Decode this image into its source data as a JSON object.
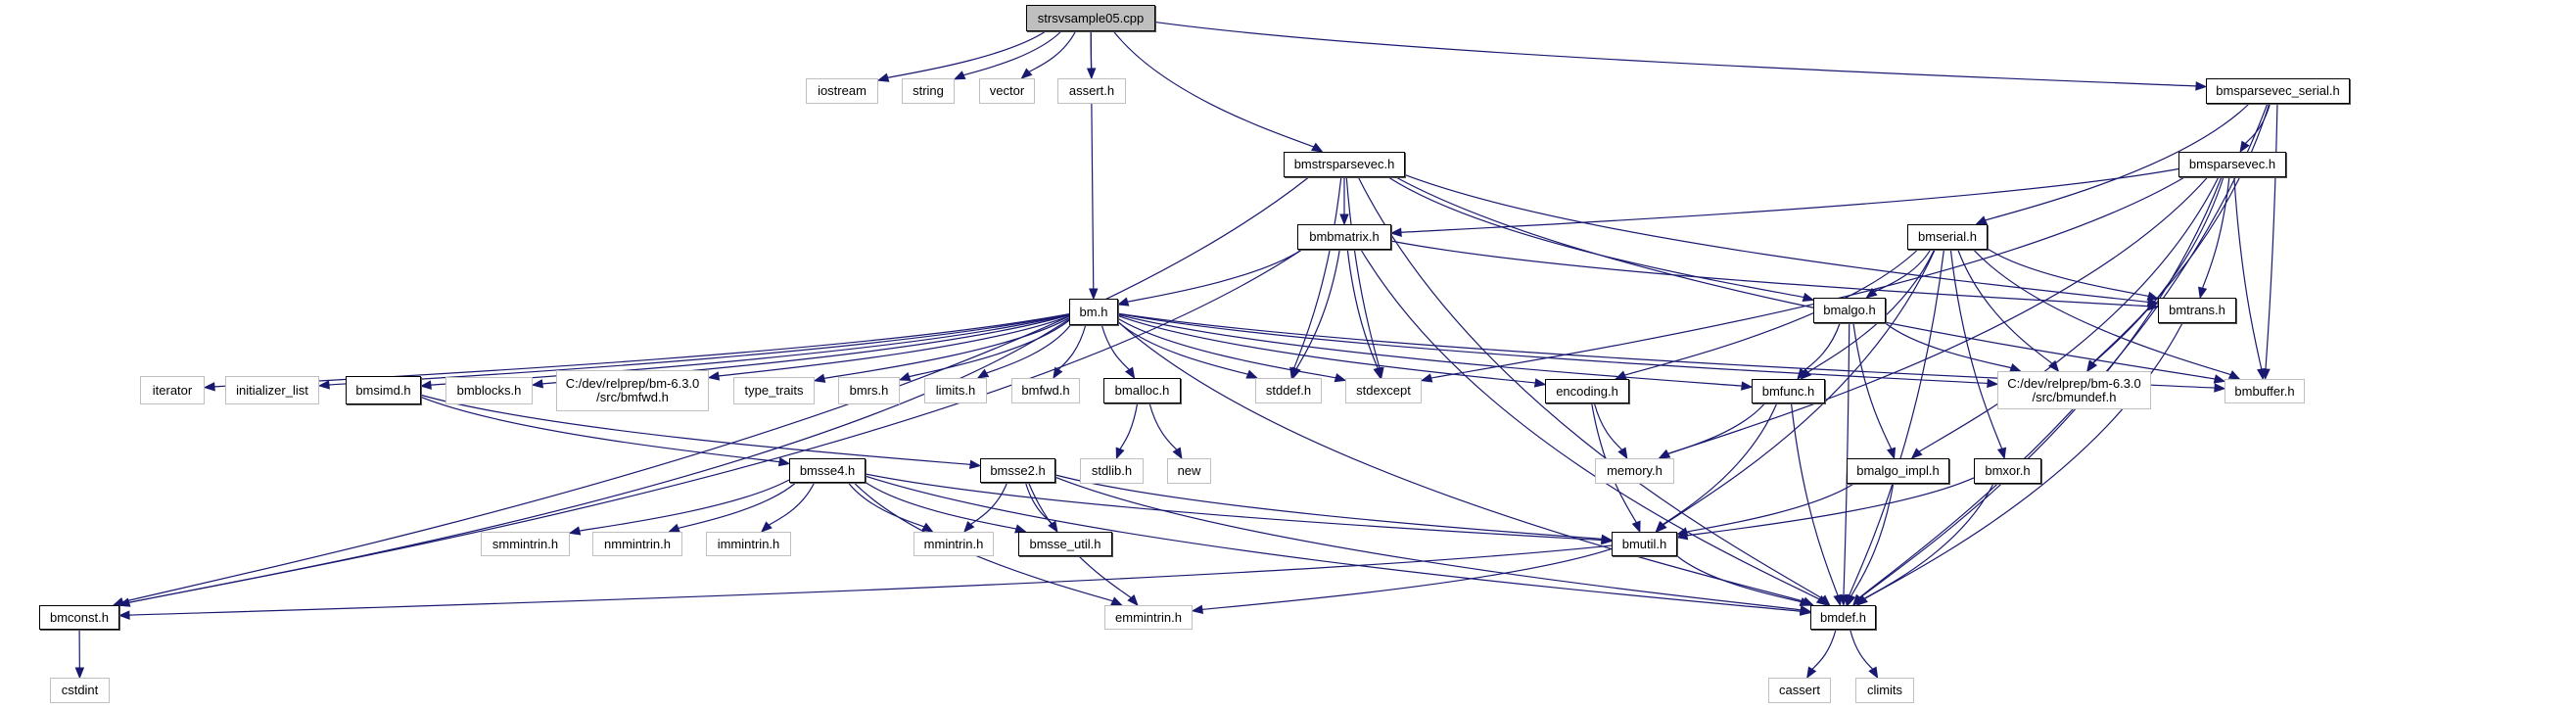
{
  "title": "strsvsample05.cpp include dependency graph",
  "colors": {
    "edge": "#191970",
    "root_fill": "#bfbfbf",
    "local_border": "#000000",
    "system_border": "#bfbfbf"
  },
  "nodes": [
    {
      "id": "root",
      "label": "strsvsample05.cpp",
      "kind": "root"
    },
    {
      "id": "iostream",
      "label": "iostream",
      "kind": "system"
    },
    {
      "id": "string",
      "label": "string",
      "kind": "system"
    },
    {
      "id": "vector",
      "label": "vector",
      "kind": "system"
    },
    {
      "id": "assert",
      "label": "assert.h",
      "kind": "system"
    },
    {
      "id": "bmsparsevec_serial",
      "label": "bmsparsevec_serial.h",
      "kind": "local"
    },
    {
      "id": "bmstrsparsevec",
      "label": "bmstrsparsevec.h",
      "kind": "local"
    },
    {
      "id": "bmsparsevec",
      "label": "bmsparsevec.h",
      "kind": "local"
    },
    {
      "id": "bmbmatrix",
      "label": "bmbmatrix.h",
      "kind": "local"
    },
    {
      "id": "bmserial",
      "label": "bmserial.h",
      "kind": "local"
    },
    {
      "id": "bm",
      "label": "bm.h",
      "kind": "local"
    },
    {
      "id": "bmalgo",
      "label": "bmalgo.h",
      "kind": "local"
    },
    {
      "id": "bmtrans",
      "label": "bmtrans.h",
      "kind": "local"
    },
    {
      "id": "iterator",
      "label": "iterator",
      "kind": "system"
    },
    {
      "id": "initializer_list",
      "label": "initializer_list",
      "kind": "system"
    },
    {
      "id": "bmsimd",
      "label": "bmsimd.h",
      "kind": "local"
    },
    {
      "id": "bmblocks",
      "label": "bmblocks.h",
      "kind": "system"
    },
    {
      "id": "bmfwd_full",
      "label": "C:/dev/relprep/bm-6.3.0\n/src/bmfwd.h",
      "kind": "system"
    },
    {
      "id": "type_traits",
      "label": "type_traits",
      "kind": "system"
    },
    {
      "id": "bmrs",
      "label": "bmrs.h",
      "kind": "system"
    },
    {
      "id": "limits",
      "label": "limits.h",
      "kind": "system"
    },
    {
      "id": "bmfwd",
      "label": "bmfwd.h",
      "kind": "system"
    },
    {
      "id": "bmalloc",
      "label": "bmalloc.h",
      "kind": "local"
    },
    {
      "id": "stddef",
      "label": "stddef.h",
      "kind": "system"
    },
    {
      "id": "stdexcept",
      "label": "stdexcept",
      "kind": "system"
    },
    {
      "id": "encoding",
      "label": "encoding.h",
      "kind": "local"
    },
    {
      "id": "bmfunc",
      "label": "bmfunc.h",
      "kind": "local"
    },
    {
      "id": "bmundef",
      "label": "C:/dev/relprep/bm-6.3.0\n/src/bmundef.h",
      "kind": "system"
    },
    {
      "id": "bmbuffer",
      "label": "bmbuffer.h",
      "kind": "system"
    },
    {
      "id": "bmsse4",
      "label": "bmsse4.h",
      "kind": "local"
    },
    {
      "id": "bmsse2",
      "label": "bmsse2.h",
      "kind": "local"
    },
    {
      "id": "stdlib",
      "label": "stdlib.h",
      "kind": "system"
    },
    {
      "id": "new",
      "label": "new",
      "kind": "system"
    },
    {
      "id": "memory",
      "label": "memory.h",
      "kind": "system"
    },
    {
      "id": "bmalgo_impl",
      "label": "bmalgo_impl.h",
      "kind": "local"
    },
    {
      "id": "bmxor",
      "label": "bmxor.h",
      "kind": "local"
    },
    {
      "id": "smmintrin",
      "label": "smmintrin.h",
      "kind": "system"
    },
    {
      "id": "nmmintrin",
      "label": "nmmintrin.h",
      "kind": "system"
    },
    {
      "id": "immintrin",
      "label": "immintrin.h",
      "kind": "system"
    },
    {
      "id": "mmintrin",
      "label": "mmintrin.h",
      "kind": "system"
    },
    {
      "id": "bmsse_util",
      "label": "bmsse_util.h",
      "kind": "local"
    },
    {
      "id": "bmutil",
      "label": "bmutil.h",
      "kind": "local"
    },
    {
      "id": "bmconst",
      "label": "bmconst.h",
      "kind": "local"
    },
    {
      "id": "emmintrin",
      "label": "emmintrin.h",
      "kind": "system"
    },
    {
      "id": "bmdef",
      "label": "bmdef.h",
      "kind": "local"
    },
    {
      "id": "cstdint",
      "label": "cstdint",
      "kind": "system"
    },
    {
      "id": "cassert",
      "label": "cassert",
      "kind": "system"
    },
    {
      "id": "climits",
      "label": "climits",
      "kind": "system"
    }
  ],
  "edges": [
    [
      "root",
      "iostream"
    ],
    [
      "root",
      "string"
    ],
    [
      "root",
      "vector"
    ],
    [
      "root",
      "assert"
    ],
    [
      "root",
      "bm"
    ],
    [
      "root",
      "bmstrsparsevec"
    ],
    [
      "root",
      "bmsparsevec_serial"
    ],
    [
      "bmsparsevec_serial",
      "bmsparsevec"
    ],
    [
      "bmsparsevec_serial",
      "bmserial"
    ],
    [
      "bmsparsevec_serial",
      "bmundef"
    ],
    [
      "bmsparsevec_serial",
      "bmbuffer"
    ],
    [
      "bmsparsevec_serial",
      "bmdef"
    ],
    [
      "bmstrsparsevec",
      "bmconst"
    ],
    [
      "bmstrsparsevec",
      "bmbmatrix"
    ],
    [
      "bmstrsparsevec",
      "stddef"
    ],
    [
      "bmstrsparsevec",
      "stdexcept"
    ],
    [
      "bmstrsparsevec",
      "bmalgo"
    ],
    [
      "bmstrsparsevec",
      "bmtrans"
    ],
    [
      "bmstrsparsevec",
      "bmbuffer"
    ],
    [
      "bmstrsparsevec",
      "bmdef"
    ],
    [
      "bmsparsevec",
      "bmbmatrix"
    ],
    [
      "bmsparsevec",
      "stdexcept"
    ],
    [
      "bmsparsevec",
      "memory"
    ],
    [
      "bmsparsevec",
      "bmtrans"
    ],
    [
      "bmsparsevec",
      "bmundef"
    ],
    [
      "bmsparsevec",
      "bmbuffer"
    ],
    [
      "bmsparsevec",
      "bmalgo_impl"
    ],
    [
      "bmsparsevec",
      "bmdef"
    ],
    [
      "bmbmatrix",
      "bm"
    ],
    [
      "bmbmatrix",
      "bmconst"
    ],
    [
      "bmbmatrix",
      "stddef"
    ],
    [
      "bmbmatrix",
      "stdexcept"
    ],
    [
      "bmbmatrix",
      "bmtrans"
    ],
    [
      "bmbmatrix",
      "bmdef"
    ],
    [
      "bmserial",
      "encoding"
    ],
    [
      "bmserial",
      "bmalgo"
    ],
    [
      "bmserial",
      "bmfunc"
    ],
    [
      "bmserial",
      "bmtrans"
    ],
    [
      "bmserial",
      "bmundef"
    ],
    [
      "bmserial",
      "bmbuffer"
    ],
    [
      "bmserial",
      "bmxor"
    ],
    [
      "bmserial",
      "bmutil"
    ],
    [
      "bmserial",
      "bmdef"
    ],
    [
      "bm",
      "iterator"
    ],
    [
      "bm",
      "initializer_list"
    ],
    [
      "bm",
      "bmsimd"
    ],
    [
      "bm",
      "bmblocks"
    ],
    [
      "bm",
      "bmfwd_full"
    ],
    [
      "bm",
      "type_traits"
    ],
    [
      "bm",
      "bmrs"
    ],
    [
      "bm",
      "limits"
    ],
    [
      "bm",
      "bmfwd"
    ],
    [
      "bm",
      "bmalloc"
    ],
    [
      "bm",
      "stddef"
    ],
    [
      "bm",
      "stdexcept"
    ],
    [
      "bm",
      "encoding"
    ],
    [
      "bm",
      "bmfunc"
    ],
    [
      "bm",
      "bmundef"
    ],
    [
      "bm",
      "bmbuffer"
    ],
    [
      "bm",
      "bmconst"
    ],
    [
      "bm",
      "bmdef"
    ],
    [
      "bmalgo",
      "bmfunc"
    ],
    [
      "bmalgo",
      "bmalgo_impl"
    ],
    [
      "bmalgo",
      "bmundef"
    ],
    [
      "bmalgo",
      "bmdef"
    ],
    [
      "bmtrans",
      "bmdef"
    ],
    [
      "bmsimd",
      "bmsse4"
    ],
    [
      "bmsimd",
      "bmsse2"
    ],
    [
      "bmalloc",
      "stdlib"
    ],
    [
      "bmalloc",
      "new"
    ],
    [
      "encoding",
      "memory"
    ],
    [
      "encoding",
      "bmutil"
    ],
    [
      "bmfunc",
      "memory"
    ],
    [
      "bmfunc",
      "bmutil"
    ],
    [
      "bmfunc",
      "bmdef"
    ],
    [
      "bmsse4",
      "smmintrin"
    ],
    [
      "bmsse4",
      "nmmintrin"
    ],
    [
      "bmsse4",
      "immintrin"
    ],
    [
      "bmsse4",
      "mmintrin"
    ],
    [
      "bmsse4",
      "bmsse_util"
    ],
    [
      "bmsse4",
      "bmutil"
    ],
    [
      "bmsse4",
      "emmintrin"
    ],
    [
      "bmsse4",
      "bmdef"
    ],
    [
      "bmsse2",
      "mmintrin"
    ],
    [
      "bmsse2",
      "bmsse_util"
    ],
    [
      "bmsse2",
      "emmintrin"
    ],
    [
      "bmsse2",
      "bmutil"
    ],
    [
      "bmsse2",
      "bmdef"
    ],
    [
      "bmalgo_impl",
      "bmutil"
    ],
    [
      "bmalgo_impl",
      "bmdef"
    ],
    [
      "bmxor",
      "bmutil"
    ],
    [
      "bmxor",
      "bmdef"
    ],
    [
      "bmutil",
      "bmconst"
    ],
    [
      "bmutil",
      "emmintrin"
    ],
    [
      "bmutil",
      "bmdef"
    ],
    [
      "bmconst",
      "cstdint"
    ],
    [
      "bmdef",
      "cassert"
    ],
    [
      "bmdef",
      "climits"
    ]
  ]
}
